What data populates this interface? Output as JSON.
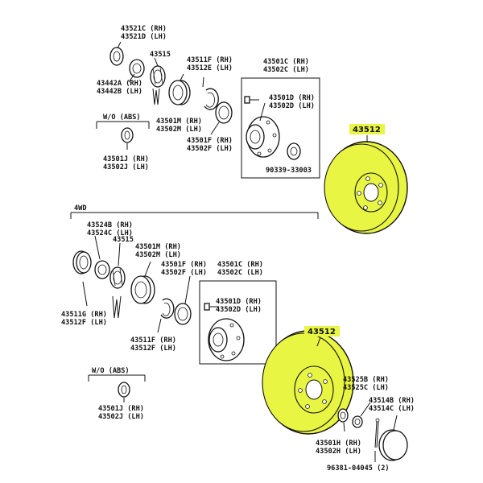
{
  "colors": {
    "highlight": "#e8f542",
    "line": "#111111"
  },
  "labels": {
    "l43521C": "43521C (RH)",
    "l43521D": "43521D (LH)",
    "l43515a": "43515",
    "l43442A": "43442A (RH)",
    "l43442B": "43442B (LH)",
    "l43511F": "43511F (RH)",
    "l43512E": "43512E (LH)",
    "l43501Ca": "43501C (RH)",
    "l43502Ca": "43502C (LH)",
    "l43501Da": "43501D (RH)",
    "l43502Da": "43502D (LH)",
    "l43501M": "43501M (RH)",
    "l43502M": "43502M (LH)",
    "wo_abs_a": "W/O (ABS)",
    "l43501Fa": "43501F (RH)",
    "l43502Fa": "43502F (LH)",
    "l90339": "90339-33003",
    "l43501Ja": "43501J (RH)",
    "l43502Ja": "43502J (LH)",
    "rotor_a": "43512",
    "fourwd": "4WD",
    "l43524B": "43524B (RH)",
    "l43524C": "43524C (LH)",
    "l43515b": "43515",
    "l43501Mb": "43501M (RH)",
    "l43502Mb": "43502M (LH)",
    "l43501Fb": "43501F (RH)",
    "l43502Fb": "43502F (LH)",
    "l43501Cb": "43501C (RH)",
    "l43502Cb": "43502C (LH)",
    "l43511G": "43511G (RH)",
    "l43512F": "43512F (LH)",
    "l43501Db": "43501D (RH)",
    "l43502Db": "43502D (LH)",
    "l43511Fb": "43511F (RH)",
    "l43512Fb": "43512F (LH)",
    "rotor_b": "43512",
    "wo_abs_b": "W/O (ABS)",
    "l43525B": "43525B (RH)",
    "l43525C": "43525C (LH)",
    "l43514B": "43514B (RH)",
    "l43514C": "43514C (LH)",
    "l43501Jb": "43501J (RH)",
    "l43502Jb": "43502J (LH)",
    "l43501H": "43501H (RH)",
    "l43502H": "43502H (LH)",
    "l96381": "96381-04045 (2)"
  }
}
